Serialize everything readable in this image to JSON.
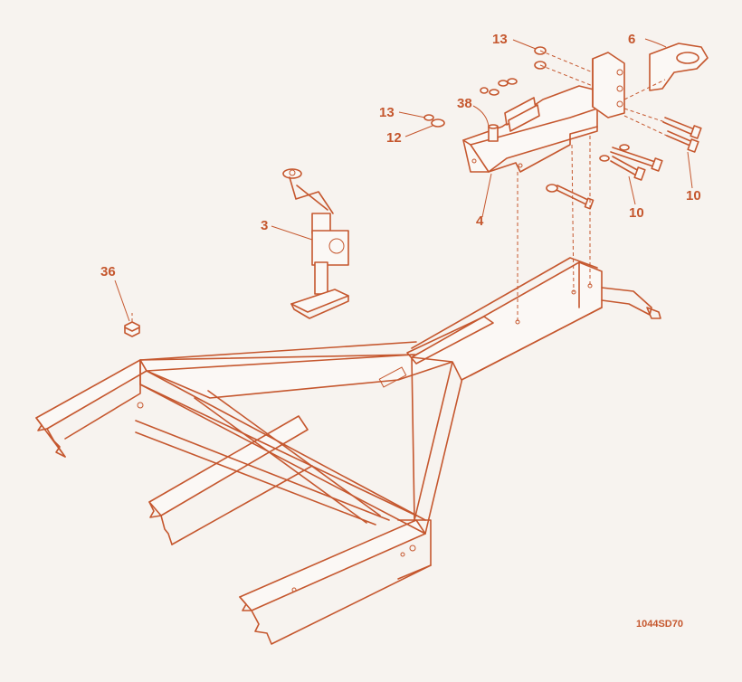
{
  "figure_code": "1044SD70",
  "colors": {
    "line": "#c5572e",
    "background": "#f7f3ef"
  },
  "callouts": {
    "c6": "6",
    "c13a": "13",
    "c13b": "13",
    "c12": "12",
    "c38": "38",
    "c4": "4",
    "c3": "3",
    "c36": "36",
    "c10a": "10",
    "c10b": "10"
  }
}
